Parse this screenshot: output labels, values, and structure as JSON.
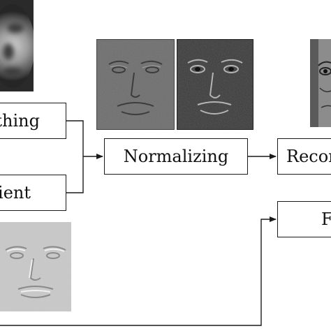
{
  "boxes": {
    "smoothing": "thing",
    "gradient": "ient",
    "normalizing": "Normalizing",
    "reconstruct": "Recon",
    "fourth": "F"
  },
  "images": {
    "smoothed_face": "blurred-face-photo",
    "normalized_face_left": "normalized-face-photo",
    "normalized_face_right": "normalized-face-photo-dark",
    "reconstructed_face": "reconstructed-face-photo",
    "gradient_face": "gradient-relief-face-photo"
  },
  "colors": {
    "line": "#1a1a1a",
    "box_border": "#1a1a1a",
    "background": "#ffffff"
  }
}
